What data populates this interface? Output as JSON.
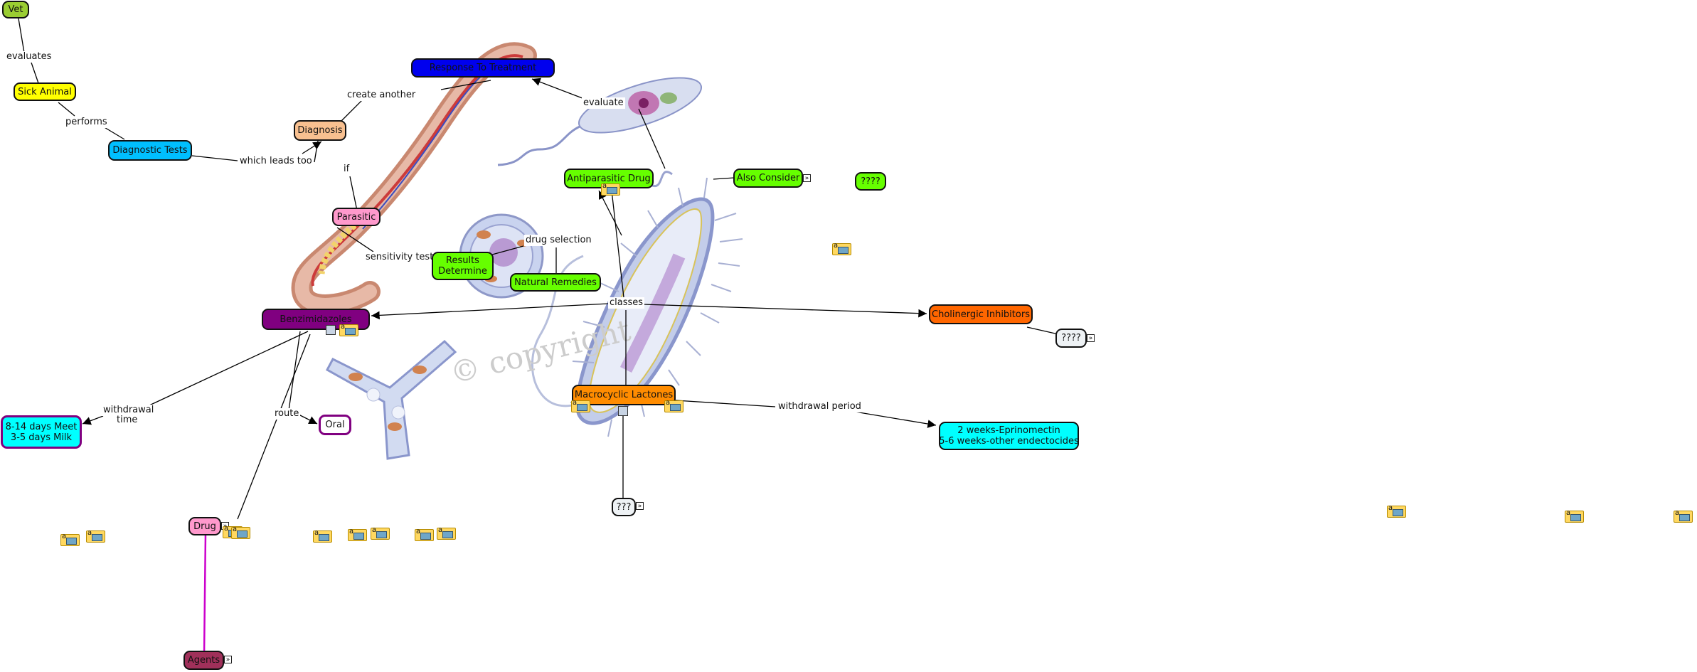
{
  "nodes": {
    "vet": "Vet",
    "sick_animal": "Sick Animal",
    "diagnostic_tests": "Diagnostic Tests",
    "diagnosis": "Diagnosis",
    "response_to_treatment": "Response To Treatment",
    "parasitic": "Parasitic",
    "results_determine_line1": "Results",
    "results_determine_line2": "Determine",
    "natural_remedies": "Natural Remedies",
    "antiparasitic_drug": "Antiparasitic Drug",
    "also_consider": "Also Consider",
    "unknown_green": "????",
    "benzimidazoles": "Benzimidazoles",
    "cholinergic_inhibitors": "Cholinergic Inhibitors",
    "unknown_gray": "????",
    "withdrawal_benz_line1": "8-14 days Meet",
    "withdrawal_benz_line2": "3-5 days Milk",
    "oral": "Oral",
    "macrocyclic_lactones": "Macrocyclic Lactones",
    "withdrawal_ml_line1": "2 weeks-Eprinomectin",
    "withdrawal_ml_line2": "5-6 weeks-other endectocides",
    "unknown_ml": "???",
    "drug": "Drug",
    "agents": "Agents"
  },
  "links": {
    "evaluates": "evaluates",
    "performs": "performs",
    "which_leads_too": "which leads too",
    "create_another": "create another",
    "if": "if",
    "sensitivity_test": "sensitivity test",
    "drug_selection": "drug selection",
    "evaluate": "evaluate",
    "classes": "classes",
    "withdrawal": "withdrawal",
    "time": "time",
    "route": "route",
    "withdrawal_period": "withdrawal period"
  },
  "watermark": "© copyright",
  "colors": {
    "vet": "#9acd32",
    "sick_animal": "#ffff00",
    "diagnostic_tests": "#00bfff",
    "diagnosis": "#f8c090",
    "response_to_treatment": "#0000ee",
    "parasitic": "#ff99cc",
    "green_nodes": "#66ff00",
    "benzimidazoles": "#800080",
    "cholinergic_inhibitors": "#ff6600",
    "macrocyclic_lactones": "#ff8c00",
    "cyan_nodes": "#00ffff",
    "agents": "#a0305a",
    "agents_link": "#cc00cc"
  }
}
